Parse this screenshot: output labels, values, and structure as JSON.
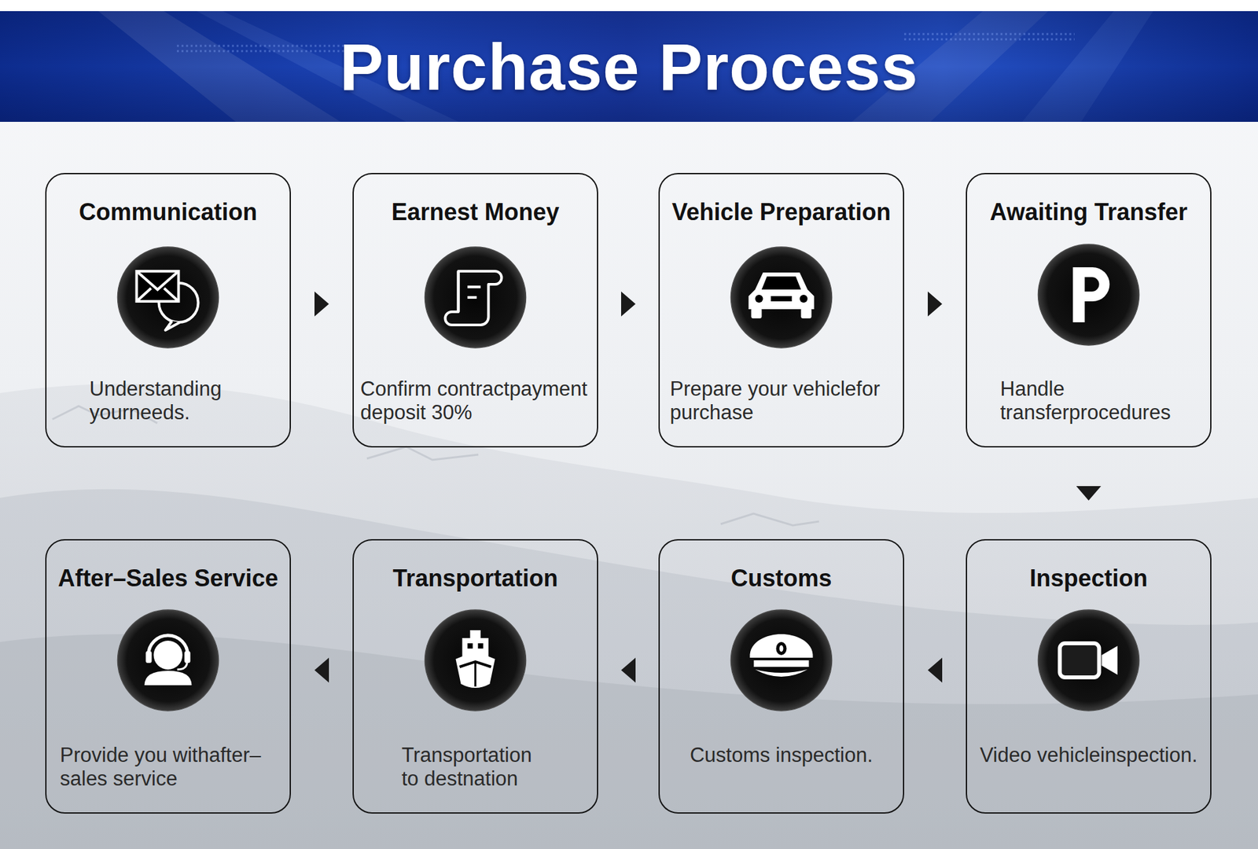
{
  "diagram": {
    "title": "Purchase Process",
    "nodes": [
      {
        "text": [
          "Communication",
          "Understanding yourneeds."
        ]
      },
      {
        "text": [
          "Earnest Money",
          "Confirm contractpayment deposit 30%"
        ]
      },
      {
        "text": [
          "Vehicle Preparation",
          "Prepare your vehiclefor purchase"
        ]
      },
      {
        "text": [
          "Awaiting Transfer",
          "Handle transferprocedures"
        ]
      },
      {
        "text": [
          "Inspection",
          "Video vehicleinspection."
        ]
      },
      {
        "text": [
          "Customs",
          "Customs inspection."
        ]
      },
      {
        "text": [
          "Transportation",
          "Transportation to destnation"
        ]
      },
      {
        "text": [
          "After–Sales Service",
          "Provide you withafter–sales service"
        ]
      }
    ],
    "edges": [
      {
        "from": 0,
        "to": 1,
        "arrow": "to"
      },
      {
        "from": 1,
        "to": 2,
        "arrow": "to"
      },
      {
        "from": 2,
        "to": 3,
        "arrow": "to"
      },
      {
        "from": 3,
        "to": 4,
        "arrow": "to"
      },
      {
        "from": 4,
        "to": 5,
        "arrow": "to"
      },
      {
        "from": 5,
        "to": 6,
        "arrow": "to"
      },
      {
        "from": 6,
        "to": 7,
        "arrow": "to"
      }
    ]
  }
}
